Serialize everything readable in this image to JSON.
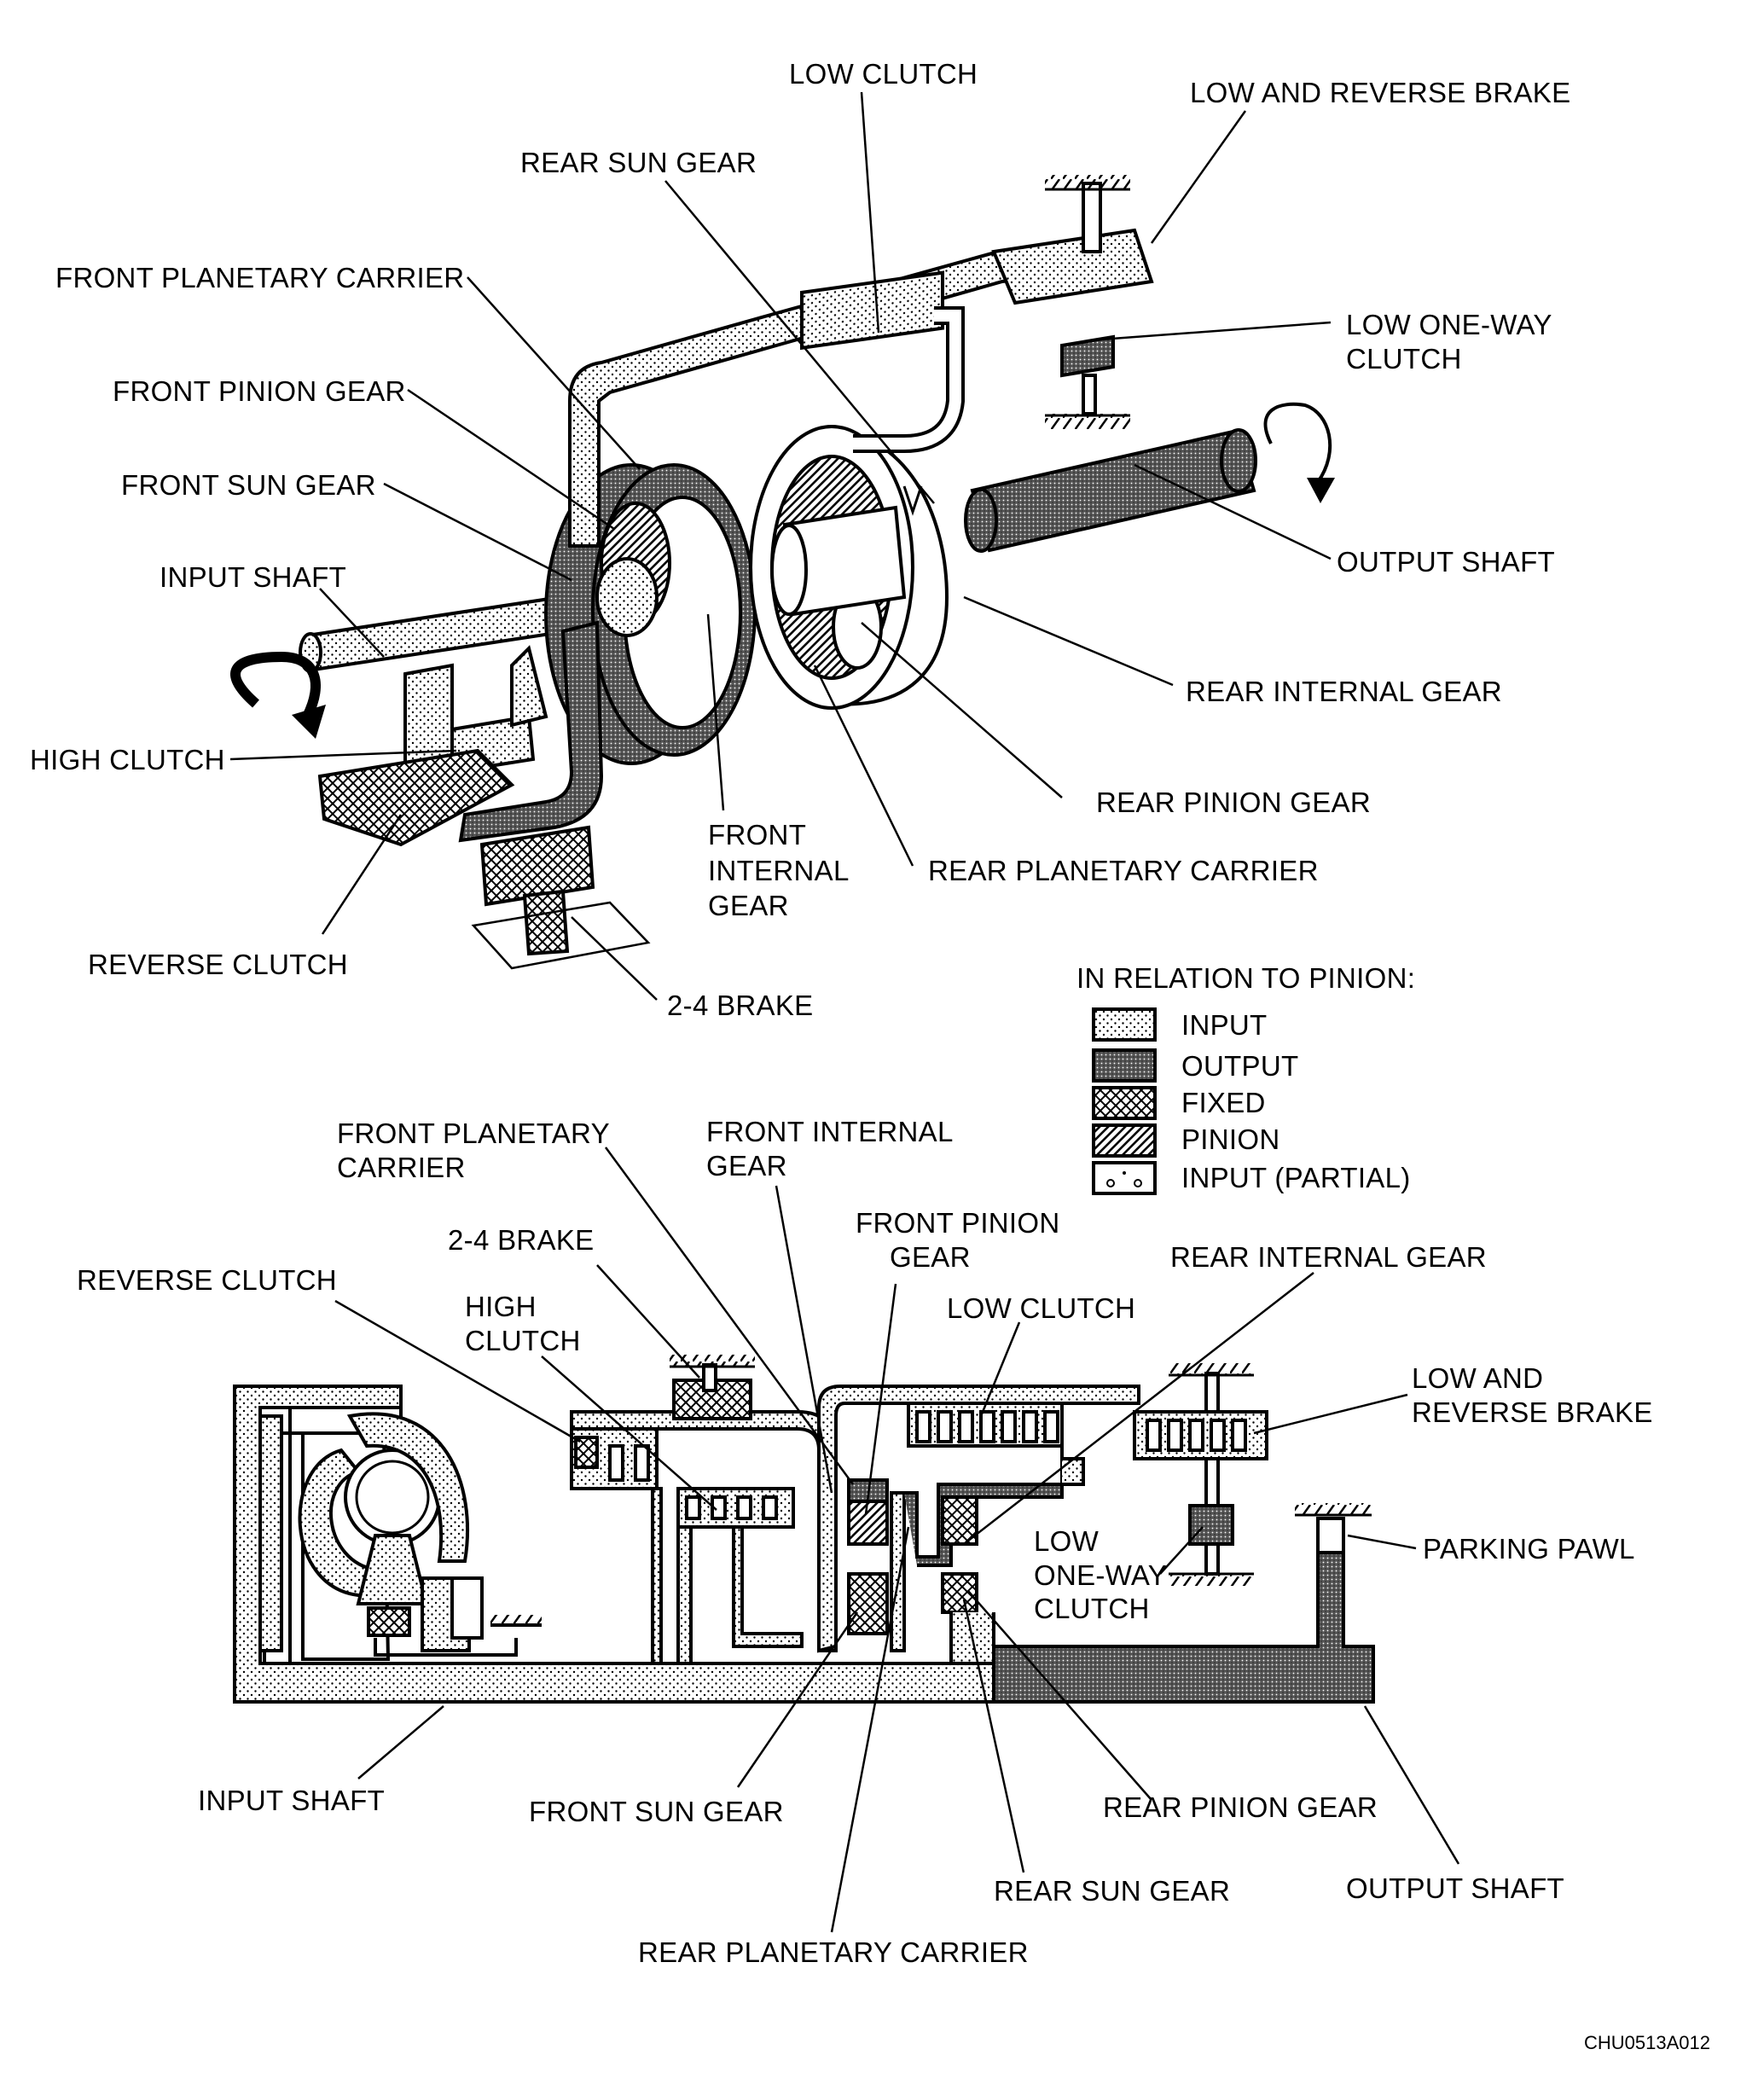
{
  "top_view": {
    "labels": {
      "low_clutch": "LOW CLUTCH",
      "low_and_reverse_brake": "LOW AND REVERSE BRAKE",
      "rear_sun_gear": "REAR SUN GEAR",
      "front_planetary_carrier": "FRONT PLANETARY CARRIER",
      "low_one_way_clutch_line1": "LOW ONE-WAY",
      "low_one_way_clutch_line2": "CLUTCH",
      "front_pinion_gear": "FRONT PINION GEAR",
      "front_sun_gear": "FRONT SUN GEAR",
      "output_shaft": "OUTPUT SHAFT",
      "input_shaft": "INPUT SHAFT",
      "rear_internal_gear": "REAR INTERNAL GEAR",
      "high_clutch": "HIGH CLUTCH",
      "rear_pinion_gear": "REAR PINION GEAR",
      "front_internal_gear_line1": "FRONT",
      "front_internal_gear_line2": "INTERNAL",
      "front_internal_gear_line3": "GEAR",
      "rear_planetary_carrier": "REAR PLANETARY CARRIER",
      "reverse_clutch": "REVERSE CLUTCH",
      "brake_2_4": "2-4 BRAKE"
    }
  },
  "legend": {
    "title": "IN RELATION TO PINION:",
    "items": [
      {
        "label": "INPUT",
        "pattern": "dots"
      },
      {
        "label": "OUTPUT",
        "pattern": "dense"
      },
      {
        "label": "FIXED",
        "pattern": "cross"
      },
      {
        "label": "PINION",
        "pattern": "hatch"
      },
      {
        "label": "INPUT (PARTIAL)",
        "pattern": "partial"
      }
    ]
  },
  "bottom_view": {
    "labels": {
      "front_planetary_carrier_line1": "FRONT PLANETARY",
      "front_planetary_carrier_line2": "CARRIER",
      "front_internal_gear_line1": "FRONT INTERNAL",
      "front_internal_gear_line2": "GEAR",
      "front_pinion_gear_line1": "FRONT PINION",
      "front_pinion_gear_line2": "GEAR",
      "brake_2_4": "2-4 BRAKE",
      "rear_internal_gear": "REAR INTERNAL GEAR",
      "reverse_clutch": "REVERSE CLUTCH",
      "high_clutch_line1": "HIGH",
      "high_clutch_line2": "CLUTCH",
      "low_clutch": "LOW CLUTCH",
      "low_and_reverse_brake_line1": "LOW AND",
      "low_and_reverse_brake_line2": "REVERSE BRAKE",
      "low_one_way_clutch_line1": "LOW",
      "low_one_way_clutch_line2": "ONE-WAY",
      "low_one_way_clutch_line3": "CLUTCH",
      "parking_pawl": "PARKING PAWL",
      "input_shaft": "INPUT SHAFT",
      "front_sun_gear": "FRONT SUN GEAR",
      "rear_pinion_gear": "REAR PINION GEAR",
      "rear_sun_gear": "REAR SUN GEAR",
      "output_shaft": "OUTPUT SHAFT",
      "rear_planetary_carrier": "REAR PLANETARY CARRIER"
    }
  },
  "figure_code": "CHU0513A012"
}
